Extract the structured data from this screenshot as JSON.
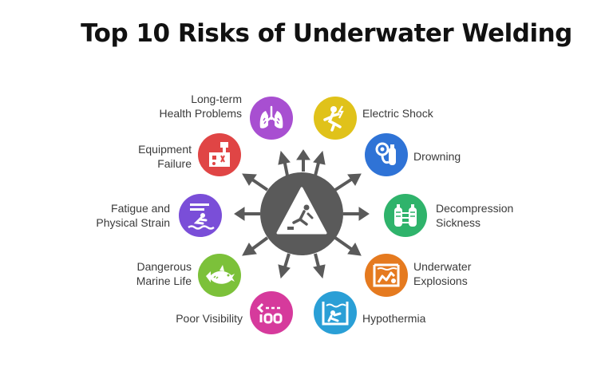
{
  "title": "Top 10 Risks of Underwater Welding",
  "center": {
    "icon": "warning-slip-icon"
  },
  "risks": [
    {
      "label": "Long-term\nHealth Problems",
      "icon": "lungs-icon",
      "color": "#a84fd1"
    },
    {
      "label": "Electric Shock",
      "icon": "electric-shock-icon",
      "color": "#e0c21a"
    },
    {
      "label": "Equipment\nFailure",
      "icon": "equipment-failure-icon",
      "color": "#e04545"
    },
    {
      "label": "Drowning",
      "icon": "diver-tank-icon",
      "color": "#2f73d6"
    },
    {
      "label": "Fatigue and\nPhysical Strain",
      "icon": "swimmer-fatigue-icon",
      "color": "#7a4ed8"
    },
    {
      "label": "Decompression\nSickness",
      "icon": "decompression-tanks-icon",
      "color": "#2fb36b"
    },
    {
      "label": "Dangerous\nMarine Life",
      "icon": "shark-icon",
      "color": "#7cc13a"
    },
    {
      "label": "Underwater\nExplosions",
      "icon": "explosion-icon",
      "color": "#e57a1f"
    },
    {
      "label": "Poor Visibility",
      "icon": "visibility-100-icon",
      "color": "#d63a9c"
    },
    {
      "label": "Hypothermia",
      "icon": "hypothermia-icon",
      "color": "#2a9fd6"
    }
  ]
}
